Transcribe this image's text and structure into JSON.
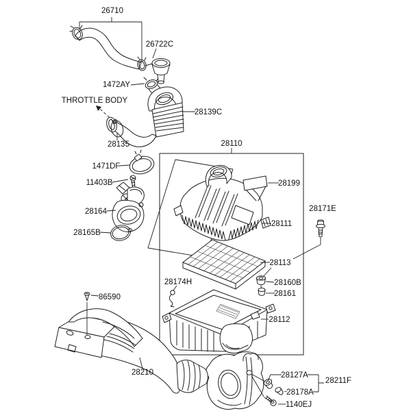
{
  "diagram_kind": "exploded-parts-diagram",
  "colors": {
    "background": "#ffffff",
    "line": "#1f1f1f",
    "text": "#111111"
  },
  "labels": {
    "p26710": "26710",
    "p26722C": "26722C",
    "p1472AY": "1472AY",
    "throttle_body": "THROTTLE BODY",
    "p28139C": "28139C",
    "p28135": "28135",
    "p1471DF": "1471DF",
    "p11403B": "11403B",
    "p28164": "28164",
    "p28165B": "28165B",
    "p28110": "28110",
    "p28199": "28199",
    "p28171E": "28171E",
    "p28111": "28111",
    "p28113": "28113",
    "p28174H": "28174H",
    "p28160B": "28160B",
    "p28161": "28161",
    "p28112": "28112",
    "p86590": "86590",
    "p28210": "28210",
    "p28127A": "28127A",
    "p28211F": "28211F",
    "p28178A": "28178A",
    "p1140EJ": "1140EJ"
  }
}
